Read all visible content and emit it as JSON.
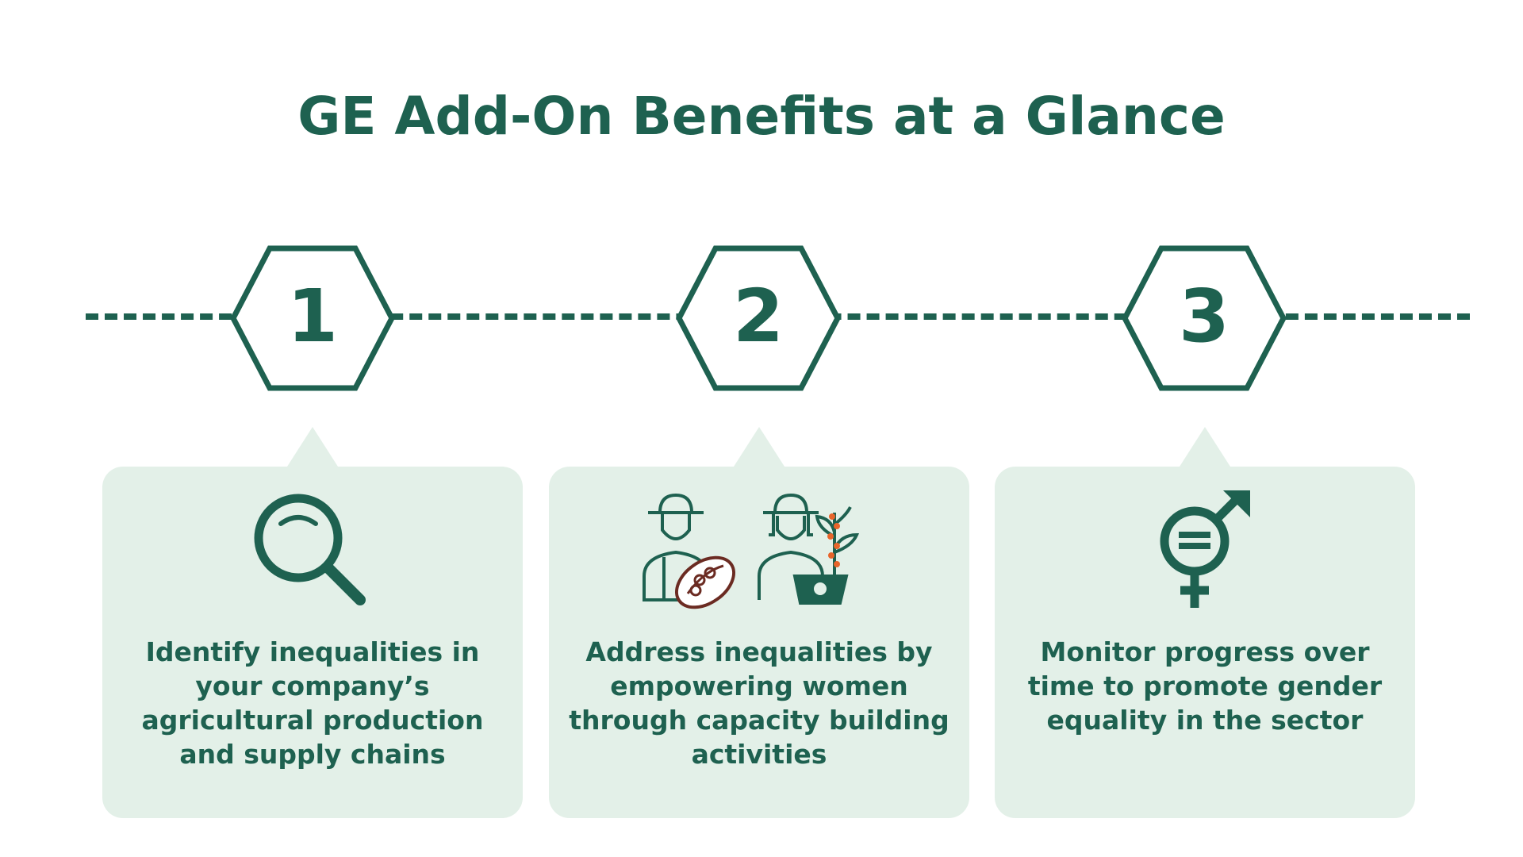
{
  "title": "GE Add-On Benefits at a Glance",
  "colors": {
    "primary": "#1e6150",
    "card_bg": "#e3f0e8",
    "accent": "#e8652b",
    "pod": "#6b2b22"
  },
  "steps": [
    {
      "number": "1",
      "icon": "magnifying-glass-icon",
      "text": "Identify inequalities in your company’s agricultural production and supply chains"
    },
    {
      "number": "2",
      "icon": "farmers-icon",
      "text": "Address inequalities by empowering women through capacity building activities"
    },
    {
      "number": "3",
      "icon": "gender-equality-icon",
      "text": "Monitor progress over time to promote gender equality in the sector"
    }
  ]
}
